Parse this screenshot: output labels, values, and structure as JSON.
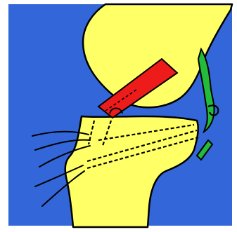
{
  "diagram": {
    "kind": "knee-ligament-reconstruction-illustration",
    "colors": {
      "background": "#3366d8",
      "bone": "#ffff66",
      "graft": "#ee1b1b",
      "ligament": "#22bb3a",
      "outline": "#000000",
      "frame": "#ffffff"
    },
    "elements": {
      "femur": "femur-bone",
      "tibia": "tibia-bone",
      "graft": "red-graft",
      "ligament": "green-ligament",
      "tunnels": "dashed-bone-tunnels",
      "sutures": "suture-strands"
    }
  }
}
